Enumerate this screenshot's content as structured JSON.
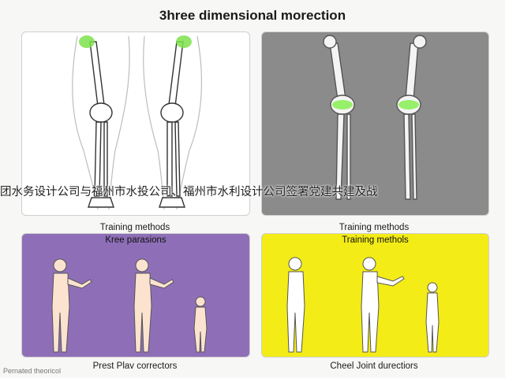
{
  "title": "3hree dimensional morection",
  "overlay_text": "团水务设计公司与福州市水投公司、福州市水利设计公司签署党建共建及战",
  "panels": [
    {
      "caption": "Training methods",
      "background": "#ffffff",
      "highlight": "#7ee04c"
    },
    {
      "caption": "Training methods",
      "background": "#8b8b8b",
      "highlight": "#8df05a"
    },
    {
      "caption_top": "Kree parasions",
      "caption": "Prest Plav correctors",
      "background": "#8e6fb7"
    },
    {
      "caption_top": "Training methols",
      "caption": "Cheel Joint durectiors",
      "background": "#f3ec17"
    }
  ],
  "footer_text": "Pernated theoricol"
}
